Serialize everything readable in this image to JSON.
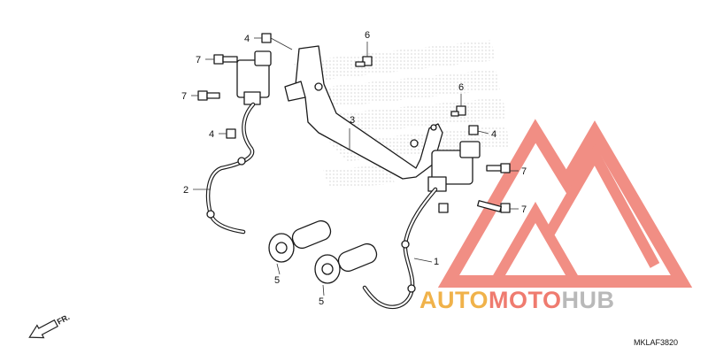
{
  "diagram": {
    "code": "MKLAF3820",
    "direction": "FR."
  },
  "callouts": [
    {
      "id": "c1",
      "label": "1"
    },
    {
      "id": "c2",
      "label": "2"
    },
    {
      "id": "c3",
      "label": "3"
    },
    {
      "id": "c4a",
      "label": "4"
    },
    {
      "id": "c4b",
      "label": "4"
    },
    {
      "id": "c4c",
      "label": "4"
    },
    {
      "id": "c5a",
      "label": "5"
    },
    {
      "id": "c5b",
      "label": "5"
    },
    {
      "id": "c6a",
      "label": "6"
    },
    {
      "id": "c6b",
      "label": "6"
    },
    {
      "id": "c7a",
      "label": "7"
    },
    {
      "id": "c7b",
      "label": "7"
    },
    {
      "id": "c7c",
      "label": "7"
    },
    {
      "id": "c7d",
      "label": "7"
    }
  ],
  "watermark": {
    "text_part1": "AUTO",
    "text_part2": "MOTO",
    "text_part3": "HUB",
    "colors": {
      "orange": "#f0b24a",
      "red": "#ef7b6f",
      "gray": "#b9b9b9"
    }
  }
}
